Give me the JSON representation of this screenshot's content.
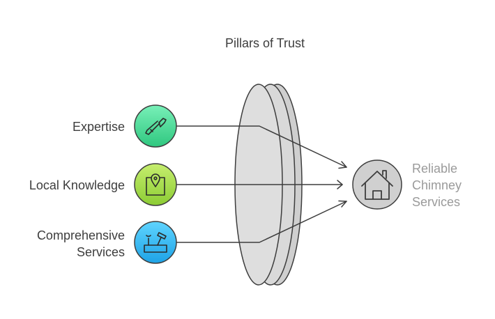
{
  "title": "Pillars of Trust",
  "inputs": [
    {
      "label": "Expertise",
      "icon": "screwdriver-icon",
      "color": "#4fd89a"
    },
    {
      "label": "Local Knowledge",
      "icon": "map-pin-icon",
      "color": "#a8dc4c"
    },
    {
      "label_line1": "Comprehensive",
      "label_line2": "Services",
      "icon": "toolbox-icon",
      "color": "#32b9f0"
    }
  ],
  "outcome": {
    "line1": "Reliable",
    "line2": "Chimney",
    "line3": "Services",
    "icon": "house-icon",
    "color": "#d0d0d0"
  },
  "lens_color": "#d6d6d6"
}
